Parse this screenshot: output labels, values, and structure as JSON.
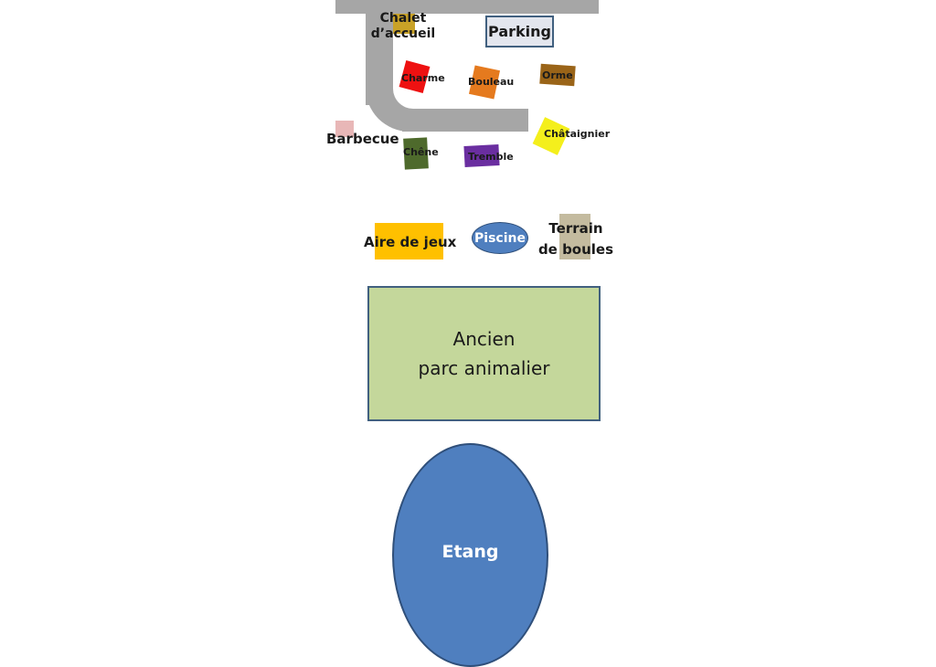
{
  "map": {
    "colors": {
      "road": "#a6a6a6",
      "chalet": "#c9a227",
      "parking_fill": "#e3e6ee",
      "parking_border": "#41607f",
      "charme": "#ee1111",
      "bouleau": "#e57a1e",
      "orme": "#9a6418",
      "barbecue": "#e8b7b7",
      "chataignier": "#f4ef1c",
      "chene": "#4e6a2c",
      "tremble": "#6a2ea0",
      "aire_de_jeux": "#ffc000",
      "piscine": "#4f7fbf",
      "terrain_de_boules": "#c4bb9f",
      "parc_fill": "#c4d79b",
      "parc_border": "#41607f",
      "etang": "#4f7fbf",
      "etang_border": "#2f4f7a"
    },
    "places": {
      "chalet": {
        "line1": "Chalet",
        "line2": "d’accueil"
      },
      "parking": "Parking",
      "charme": "Charme",
      "bouleau": "Bouleau",
      "orme": "Orme",
      "barbecue": "Barbecue",
      "chataignier": "Châtaignier",
      "chene": "Chêne",
      "tremble": "Tremble",
      "aire_de_jeux": "Aire de jeux",
      "piscine": "Piscine",
      "terrain_de_boules": {
        "line1": "Terrain",
        "line2": "de boules"
      },
      "parc": {
        "line1": "Ancien",
        "line2": "parc animalier"
      },
      "etang": "Etang"
    }
  }
}
